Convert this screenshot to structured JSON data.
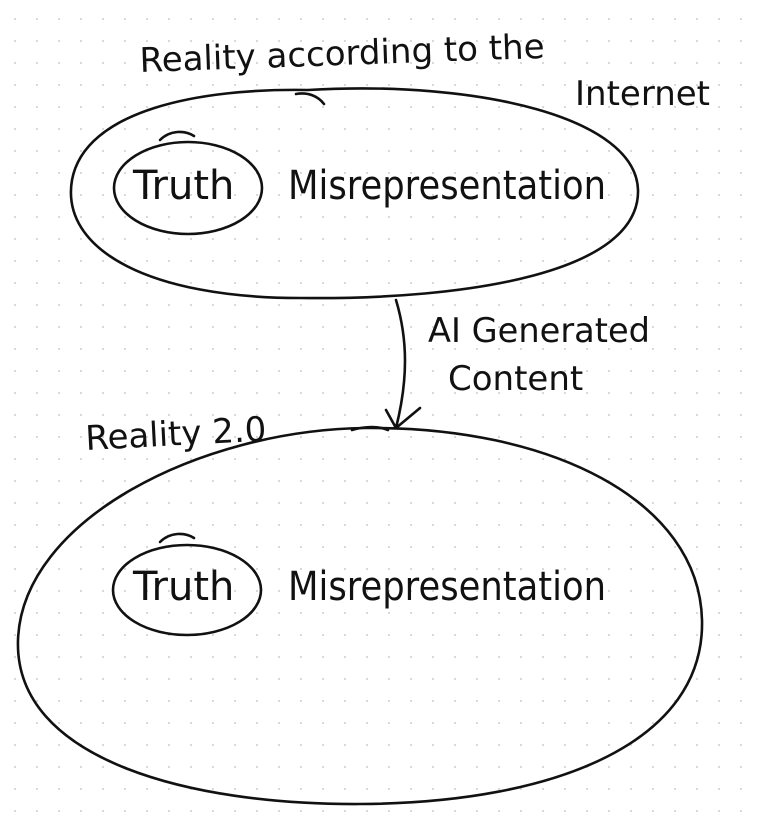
{
  "diagram": {
    "top_region": {
      "label_line1": "Reality according to the",
      "label_line2": "Internet",
      "truth": "Truth",
      "misrepresentation": "Misrepresentation"
    },
    "arrow": {
      "label_line1": "AI Generated",
      "label_line2": "Content"
    },
    "bottom_region": {
      "label": "Reality 2.0",
      "truth": "Truth",
      "misrepresentation": "Misrepresentation"
    }
  }
}
